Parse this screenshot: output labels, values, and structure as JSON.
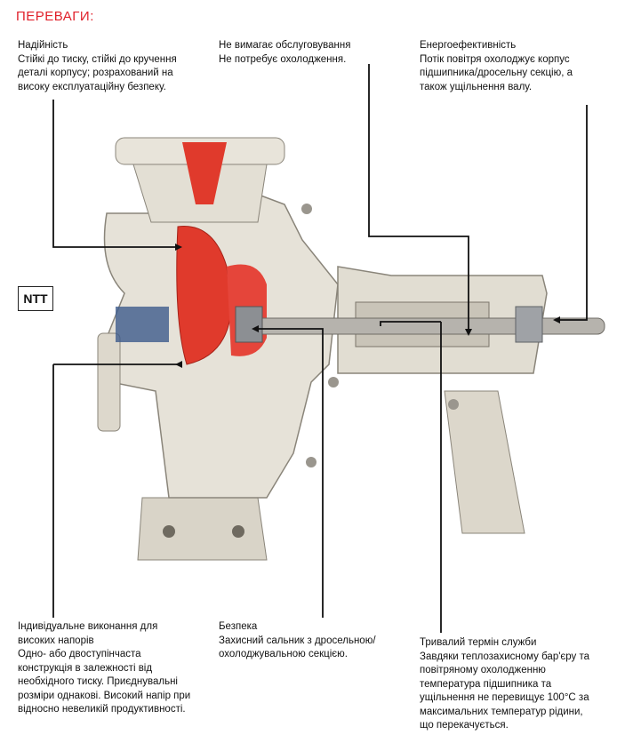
{
  "heading": "ПЕРЕВАГИ:",
  "badge": "NTT",
  "blocks": {
    "reliability": {
      "title": "Надійність",
      "body": "Стійкі до тиску, стійкі до кручення деталі корпусу; розрахований на високу експлуатаційну безпеку."
    },
    "maintenance": {
      "title": "Не вимагає обслуговування",
      "body": "Не потребує охолодження."
    },
    "efficiency": {
      "title": "Енергоефективність",
      "body": "Потік повітря охолоджує корпус підшипника/дросельну секцію, а також ущільнення валу."
    },
    "custom": {
      "title": "Індивідуальне виконання для високих напорів",
      "body": "Одно- або двоступінчаста конструкція в залежності від необхідного тиску. Приєднувальні розміри однакові. Високий напір при відносно невеликій продуктивності."
    },
    "safety": {
      "title": "Безпека",
      "body": "Захисний сальник з дросельною/охолоджувальною секцією."
    },
    "longlife": {
      "title": "Тривалий термін служби",
      "body": "Завдяки теплозахисному бар'єру та повітряному охолодженню температура підшипника та ущільнення не перевищує 100°C за максимальних температур рідини, що перекачується."
    }
  },
  "colors": {
    "accent": "#e0202a",
    "casing": "#e6e2d8",
    "impeller": "#e03a2c"
  }
}
